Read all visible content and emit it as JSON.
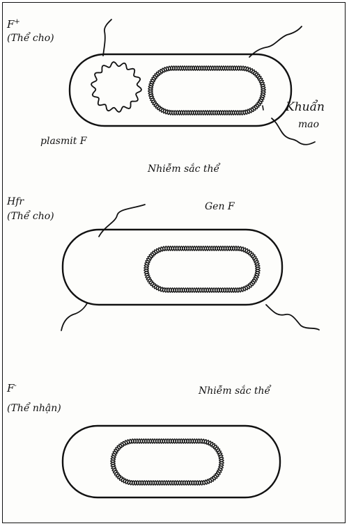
{
  "panel_fplus": {
    "type_label": "F",
    "type_sup": "+",
    "role_label": "(Thể cho)",
    "plasmid_label": "plasmit F",
    "flagella_label_1": "Khuẩn",
    "flagella_label_2": "mao",
    "chromosome_label": "Nhiễm sắc thể"
  },
  "panel_hfr": {
    "type_label": "Hfr",
    "role_label": "(Thể cho)",
    "gene_label": "Gen F"
  },
  "panel_fminus": {
    "type_label": "F",
    "type_sup": "-",
    "role_label": "(Thể nhận)",
    "chromosome_label": "Nhiễm sắc thể"
  },
  "colors": {
    "ink": "#111111",
    "paper": "#fdfdfb"
  }
}
